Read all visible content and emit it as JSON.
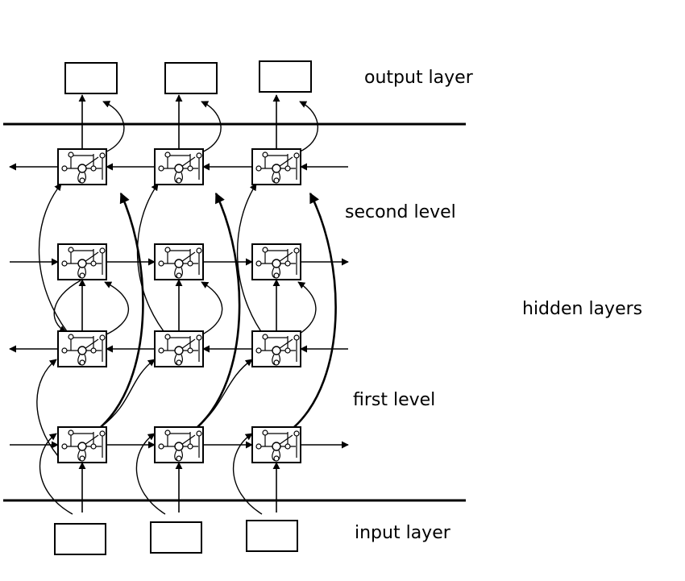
{
  "labels": {
    "output_layer": "output layer",
    "second_level": "second level",
    "hidden_layers": "hidden layers",
    "first_level": "first level",
    "input_layer": "input layer"
  },
  "structure": {
    "columns": 3,
    "hidden_rows": 4,
    "row_directions": [
      "left",
      "right",
      "left",
      "right"
    ]
  },
  "colors": {
    "stroke": "#000000",
    "background": "#ffffff"
  }
}
